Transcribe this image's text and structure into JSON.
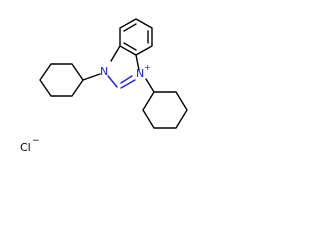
{
  "diagram": {
    "type": "chemical-structure",
    "atoms": {
      "n1": {
        "label": "N",
        "charge": ""
      },
      "n3": {
        "label": "N",
        "charge": "+"
      }
    },
    "counter_ion": {
      "label": "Cl",
      "charge": "−"
    },
    "colors": {
      "bond": "#000000",
      "nitrogen": "#1a1aff",
      "chloride": "#000000"
    }
  }
}
